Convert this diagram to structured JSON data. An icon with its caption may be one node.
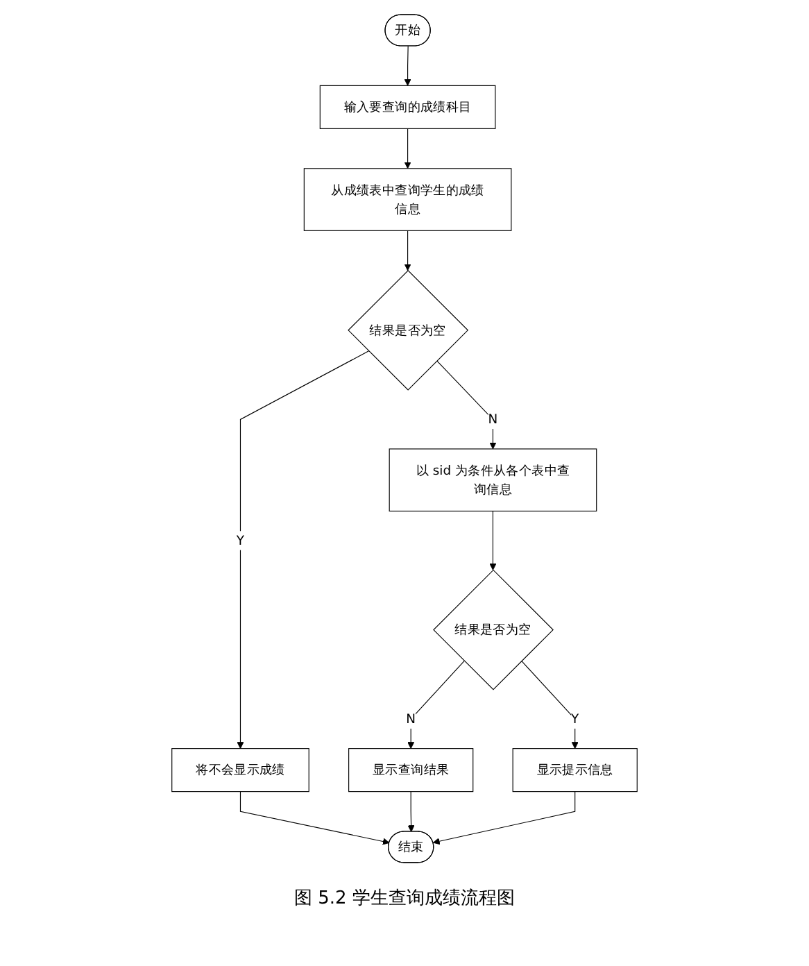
{
  "diagram": {
    "caption": "图 5.2 学生查询成绩流程图",
    "nodes": [
      {
        "text": [
          "开始"
        ]
      },
      {
        "text": [
          "输入要查询的成绩科目"
        ]
      },
      {
        "text": [
          "从成绩表中查询学生的成绩信息"
        ]
      },
      {
        "text": [
          "结果是否为空"
        ]
      },
      {
        "text": [
          "将不会显示成绩"
        ]
      },
      {
        "text": [
          "以 sid 为条件从各个表中查询信息"
        ]
      },
      {
        "text": [
          "结果是否为空"
        ]
      },
      {
        "text": [
          "显示提示信息"
        ]
      },
      {
        "text": [
          "显示查询结果"
        ]
      },
      {
        "text": [
          "结束"
        ]
      }
    ],
    "edges": [
      {
        "from": 0,
        "to": 1,
        "arrow": "to"
      },
      {
        "from": 1,
        "to": 2,
        "arrow": "to"
      },
      {
        "from": 2,
        "to": 3,
        "arrow": "to"
      },
      {
        "from": 3,
        "to": 4,
        "label": "Y",
        "arrow": "to"
      },
      {
        "from": 3,
        "to": 5,
        "label": "N",
        "arrow": "to"
      },
      {
        "from": 5,
        "to": 6,
        "arrow": "to"
      },
      {
        "from": 6,
        "to": 7,
        "label": "Y",
        "arrow": "to"
      },
      {
        "from": 6,
        "to": 8,
        "label": "N",
        "arrow": "to"
      },
      {
        "from": 4,
        "to": 9,
        "arrow": "to"
      },
      {
        "from": 8,
        "to": 9,
        "arrow": "to"
      },
      {
        "from": 7,
        "to": 9,
        "arrow": "to"
      }
    ]
  }
}
